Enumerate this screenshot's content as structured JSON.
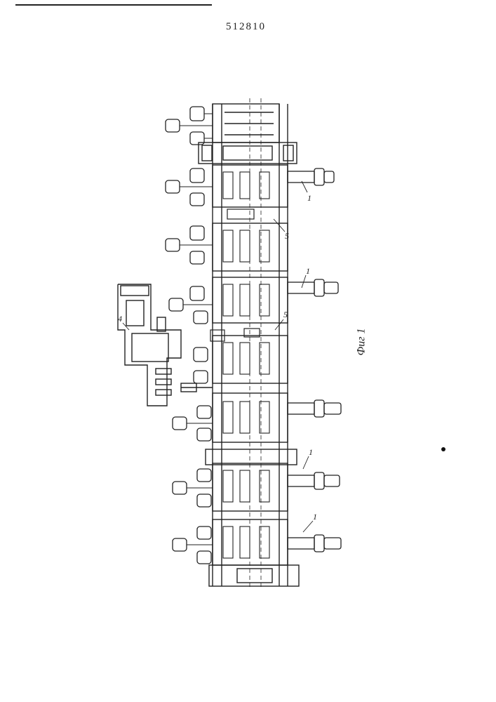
{
  "header": {
    "patent_number": "512810"
  },
  "figure": {
    "caption": "Фиг 1",
    "callouts": {
      "stand_drive": "1",
      "shaft_link": "5",
      "main_drive": "4"
    }
  },
  "colors": {
    "ink": "#222222",
    "paper": "#ffffff"
  }
}
